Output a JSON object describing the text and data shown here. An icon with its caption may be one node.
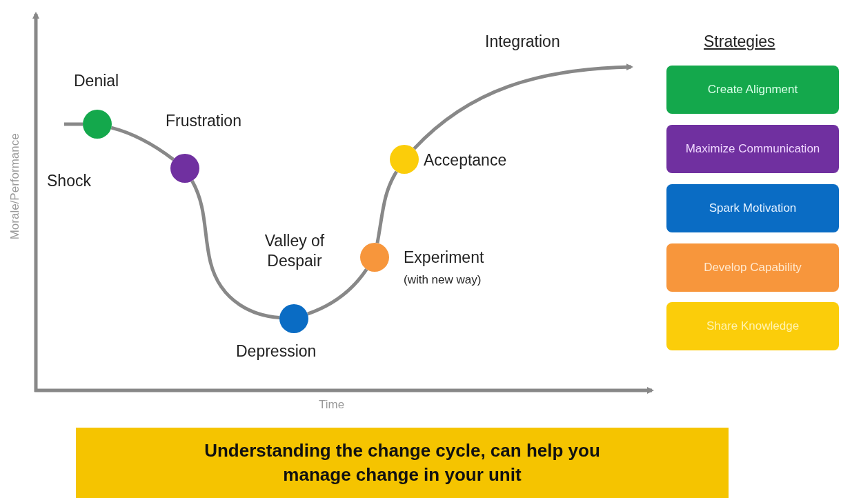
{
  "diagram": {
    "caption": "Understanding the change cycle, can help you manage change in your unit",
    "nodes": [
      {
        "text": [],
        "shape": "circle",
        "beside": [
          "Denial"
        ]
      },
      {
        "text": [],
        "shape": "circle",
        "beside": [
          "Frustration"
        ]
      },
      {
        "text": [],
        "shape": "circle",
        "beside": [
          "Depression"
        ]
      },
      {
        "text": [],
        "shape": "circle",
        "beside": [
          "Experiment",
          "(with new way)"
        ]
      },
      {
        "text": [],
        "shape": "circle",
        "beside": [
          "Acceptance"
        ]
      },
      {
        "text": [
          "Create Alignment"
        ]
      },
      {
        "text": [
          "Maximize Communication"
        ]
      },
      {
        "text": [
          "Spark Motivation"
        ]
      },
      {
        "text": [
          "Develop Capability"
        ]
      },
      {
        "text": [
          "Share Knowledge"
        ]
      }
    ],
    "edges": [
      {
        "from": null,
        "to": 0,
        "arrow": "none"
      },
      {
        "from": 0,
        "to": 1,
        "arrow": "none"
      },
      {
        "from": 1,
        "to": 2,
        "arrow": "none"
      },
      {
        "from": 2,
        "to": 3,
        "arrow": "none"
      },
      {
        "from": 3,
        "to": 4,
        "arrow": "none"
      },
      {
        "from": 4,
        "to": null,
        "arrow": "to"
      }
    ],
    "labels": [
      "Integration",
      "Strategies",
      "Shock",
      "Valley of Despair",
      "Morale/Performance",
      "Time"
    ]
  }
}
